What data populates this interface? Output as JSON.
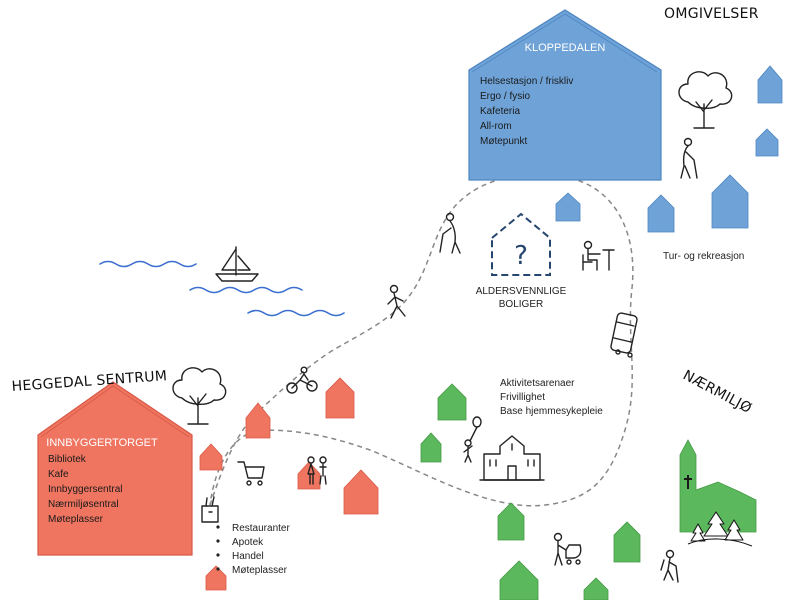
{
  "regions": {
    "omgivelser": "OMGIVELSER",
    "heggedal_sentrum": "HEGGEDAL SENTRUM",
    "naermiljo": "NÆRMILJØ"
  },
  "kloppedalen": {
    "title": "KLOPPEDALEN",
    "items": [
      "Helsestasjon / friskliv",
      "Ergo / fysio",
      "Kafeteria",
      "All-rom",
      "Møtepunkt"
    ]
  },
  "innbyggertorget": {
    "title": "INNBYGGERTORGET",
    "items": [
      "Bibliotek",
      "Kafe",
      "Innbyggersentral",
      "Nærmiljøsentral",
      "Møteplasser"
    ]
  },
  "aldersvennlige": {
    "line1": "ALDERSVENNLIGE",
    "line2": "BOLIGER",
    "symbol": "?"
  },
  "tur_rekreasjon": "Tur- og  rekreasjon",
  "aktivitet": {
    "items": [
      "Aktivitetsarenaer",
      "Frivillighet",
      "Base hjemmesykepleie"
    ]
  },
  "services": {
    "items": [
      "Restauranter",
      "Apotek",
      "Handel",
      "Møteplasser"
    ]
  },
  "colors": {
    "blue": "#6fa3d8",
    "red": "#ef7560",
    "green": "#5cb85c",
    "water": "#3a6fd0",
    "dashed": "#888888",
    "navy": "#25466e"
  },
  "icons": [
    "tree-icon",
    "elderly-person-icon",
    "sailboat-icon",
    "walking-person-icon",
    "cyclist-icon",
    "shopping-cart-icon",
    "couple-icon",
    "grocery-bag-icon",
    "balloon-child-icon",
    "school-building-icon",
    "person-at-table-icon",
    "bus-icon",
    "church-icon",
    "pine-trees-icon",
    "hiker-icon",
    "stroller-person-icon"
  ]
}
